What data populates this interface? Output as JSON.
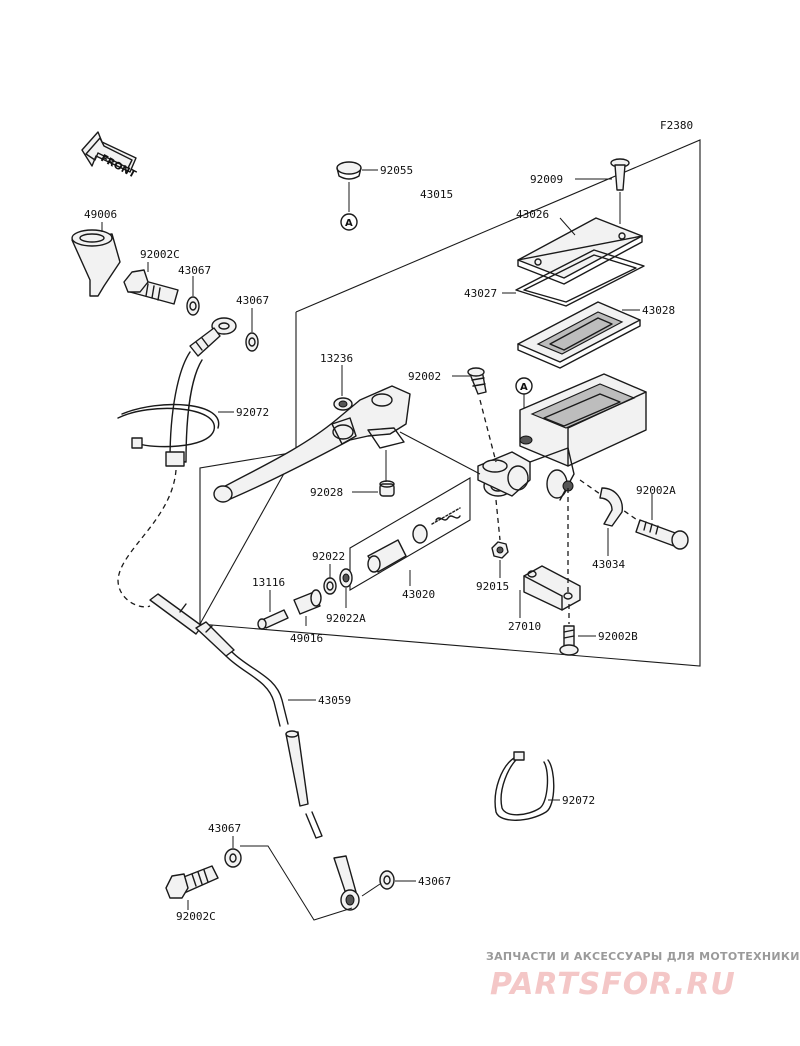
{
  "figure_code": "F2380",
  "front_marker": "FRONT",
  "reference_marker": "A",
  "labels": {
    "p92055": "92055",
    "p43015": "43015",
    "p92009": "92009",
    "p43026": "43026",
    "p43027": "43027",
    "p43028": "43028",
    "p49006": "49006",
    "p92002c_top": "92002C",
    "p43067_a": "43067",
    "p43067_b": "43067",
    "p92072_top": "92072",
    "p13236": "13236",
    "p92002": "92002",
    "p92028": "92028",
    "p92002a": "92002A",
    "p43034": "43034",
    "p92022": "92022",
    "p13116": "13116",
    "p92022a": "92022A",
    "p43020": "43020",
    "p92015": "92015",
    "p49016": "49016",
    "p27010": "27010",
    "p92002b": "92002B",
    "p43059": "43059",
    "p92072_bottom": "92072",
    "p43067_c": "43067",
    "p43067_d": "43067",
    "p92002c_bottom": "92002C"
  },
  "watermark": {
    "tagline": "ЗАПЧАСТИ И АКСЕССУАРЫ ДЛЯ МОТОТЕХНИКИ",
    "brand": "PARTSFOR.RU"
  }
}
